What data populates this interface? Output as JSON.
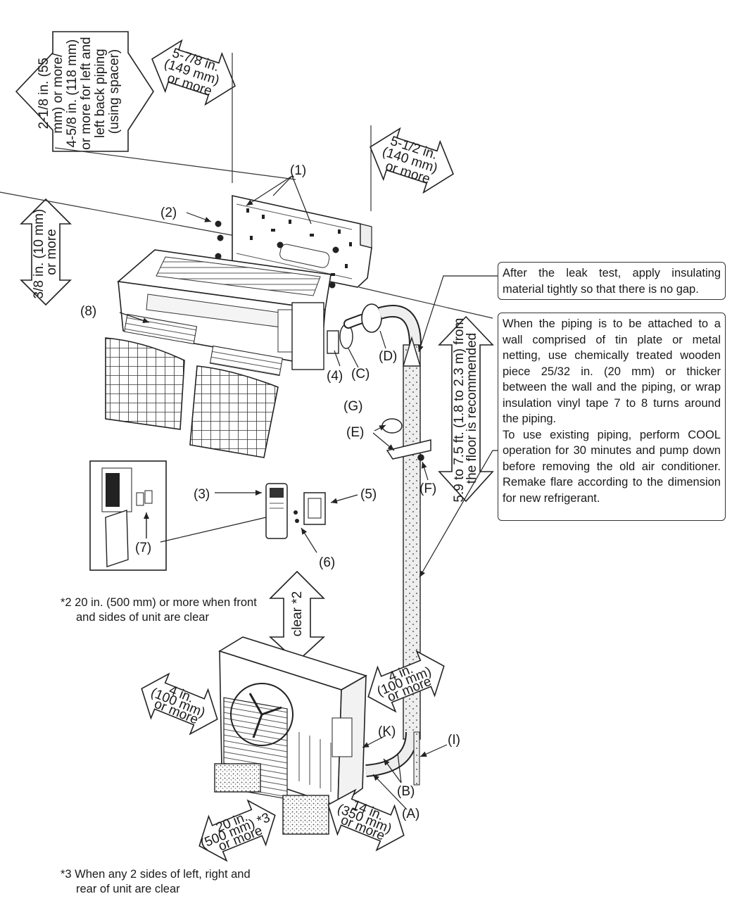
{
  "labels": {
    "p1": "(1)",
    "p2": "(2)",
    "p3": "(3)",
    "p4": "(4)",
    "p5": "(5)",
    "p6": "(6)",
    "p7": "(7)",
    "p8": "(8)",
    "A": "(A)",
    "B": "(B)",
    "C": "(C)",
    "D": "(D)",
    "E": "(E)",
    "F": "(F)",
    "G": "(G)",
    "I": "(I)",
    "K": "(K)"
  },
  "dimensions": {
    "top_left": [
      "2-1/8 in. (55",
      "mm) or more/",
      "4-5/8 in. (118 mm)",
      "or more for left and",
      "left back piping",
      "(using spacer)"
    ],
    "top_mid": [
      "5-7/8 in.",
      "(149 mm)",
      "or more"
    ],
    "top_right": [
      "5-1/2 in.",
      "(140 mm)",
      "or more"
    ],
    "left_side": [
      "3/8 in. (10 mm)",
      "or more"
    ],
    "height": [
      "5.9 to 7.5 ft. (1.8 to 2.3 m) from",
      "the floor is recommended"
    ],
    "clear": "clear *2",
    "outdoor_left": [
      "4 in.",
      "(100 mm)",
      "or more"
    ],
    "outdoor_right": [
      "4 in.",
      "(100 mm)",
      "or more"
    ],
    "outdoor_front": [
      "20 in.",
      "(500 mm) *3",
      "or more"
    ],
    "outdoor_side": [
      "14 in.",
      "(350 mm)",
      "or more"
    ]
  },
  "notes": {
    "leak_test": "After the leak test, apply insulating material tightly so that there is no gap.",
    "wall_piping": "When the piping is to be attached to a wall comprised of tin plate or metal netting, use chemically treated wooden piece 25/32 in. (20 mm) or thicker between the wall and the piping, or wrap insulation vinyl tape 7 to 8 turns around the piping.",
    "existing_piping": "To use existing piping, perform COOL operation for 30 minutes and pump down before removing the old air conditioner. Remake flare according to the dimension for new refrigerant."
  },
  "footnotes": {
    "n2_line1": "*2 20 in. (500 mm) or more when front",
    "n2_line2": "and sides of unit are clear",
    "n3_line1": "*3 When any 2 sides of left, right and",
    "n3_line2": "rear of unit are clear"
  }
}
